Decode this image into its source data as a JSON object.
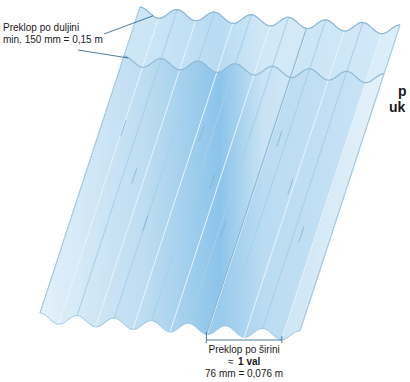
{
  "diagram": {
    "labels": [
      "Preklop po duljini",
      "min. 150 mm = 0,15 m",
      "Preklop po širini",
      "≈",
      "1 val",
      "76 mm = 0,076 m",
      "p",
      "uk"
    ]
  }
}
